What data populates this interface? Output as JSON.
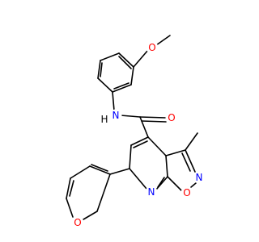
{
  "colors": {
    "background": "#ffffff",
    "carbon_bond": "#000000",
    "oxygen": "#ff0000",
    "nitrogen": "#0000ff",
    "nh": "#000000"
  },
  "labels": {
    "methoxy_o": "O",
    "amide_n": "N",
    "amide_h": "H",
    "carbonyl_o": "O",
    "isoxazole_n": "N",
    "isoxazole_o": "O",
    "pyridine_n": "N",
    "furan_o": "O"
  }
}
